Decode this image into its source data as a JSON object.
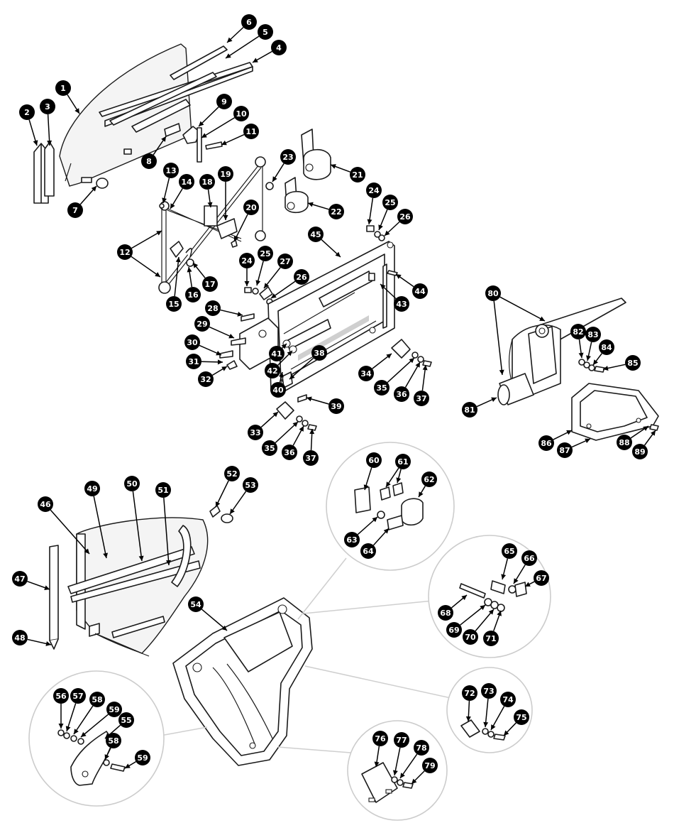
{
  "colors": {
    "ink": "#1a1a1a",
    "callout": "#000000",
    "callout_text": "#ffffff",
    "detail_ring": "#cccccc",
    "background": "#ffffff"
  },
  "callouts": [
    "1",
    "2",
    "3",
    "4",
    "5",
    "6",
    "7",
    "8",
    "9",
    "10",
    "11",
    "12",
    "13",
    "14",
    "15",
    "16",
    "17",
    "18",
    "19",
    "20",
    "21",
    "22",
    "23",
    "24",
    "25",
    "26",
    "27",
    "28",
    "29",
    "30",
    "31",
    "32",
    "33",
    "34",
    "35",
    "36",
    "37",
    "38",
    "39",
    "40",
    "41",
    "42",
    "43",
    "44",
    "45",
    "46",
    "47",
    "48",
    "49",
    "50",
    "51",
    "52",
    "53",
    "54",
    "55",
    "56",
    "57",
    "58",
    "59",
    "60",
    "61",
    "62",
    "63",
    "64",
    "65",
    "66",
    "67",
    "68",
    "69",
    "70",
    "71",
    "72",
    "73",
    "74",
    "75",
    "76",
    "77",
    "78",
    "79",
    "80",
    "81",
    "82",
    "83",
    "84",
    "85",
    "86",
    "87",
    "88",
    "89"
  ]
}
